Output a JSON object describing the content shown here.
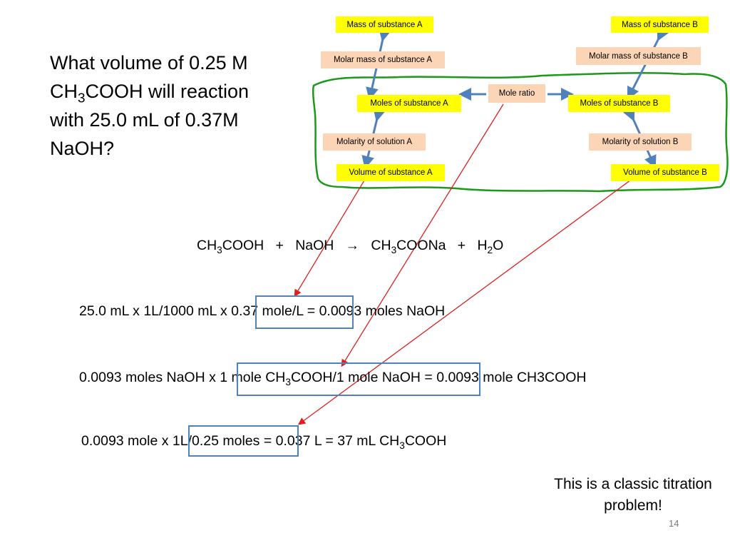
{
  "question": {
    "line1": "What volume of 0.25 M",
    "line2_pre": "CH",
    "line2_sub": "3",
    "line2_post": "COOH will reaction",
    "line3": "with 25.0 mL of 0.37M",
    "line4": "NaOH?"
  },
  "flowchart": {
    "mass_a": "Mass of substance A",
    "molar_mass_a": "Molar mass of substance A",
    "moles_a": "Moles of substance A",
    "molarity_a": "Molarity of solution A",
    "volume_a": "Volume of substance A",
    "mole_ratio": "Mole ratio",
    "mass_b": "Mass of substance B",
    "molar_mass_b": "Molar mass of substance B",
    "moles_b": "Moles of substance B",
    "molarity_b": "Molarity of solution B",
    "volume_b": "Volume of substance B"
  },
  "equation": {
    "r1_pre": "CH",
    "r1_sub": "3",
    "r1_post": "COOH",
    "plus1": "+",
    "r2": "NaOH",
    "arrow": "→",
    "p1_pre": "CH",
    "p1_sub": "3",
    "p1_post": "COONa",
    "plus2": "+",
    "p2_pre": "H",
    "p2_sub": "2",
    "p2_post": "O"
  },
  "step1": {
    "text": "25.0 mL x 1L/1000 mL x 0.37 mole/L = 0.0093 moles NaOH"
  },
  "step2": {
    "part1": "0.0093 moles NaOH x 1 mole CH",
    "sub1": "3",
    "part2": "COOH/1 mole NaOH = 0.0093 mole CH3COOH"
  },
  "step3": {
    "part1": "0.0093 mole x 1L/0.25 moles =  0.037 L = 37 mL CH",
    "sub1": "3",
    "part2": "COOH"
  },
  "closing": {
    "line1": "This is a classic titration",
    "line2": "problem!"
  },
  "page_number": "14",
  "colors": {
    "yellow_box": "#ffff00",
    "peach_box": "#fbd5b5",
    "blue_arrow": "#4f81bd",
    "highlight_border": "#4f81bd",
    "green_outline": "#1a9a1a",
    "red_arrow": "#e02020"
  }
}
